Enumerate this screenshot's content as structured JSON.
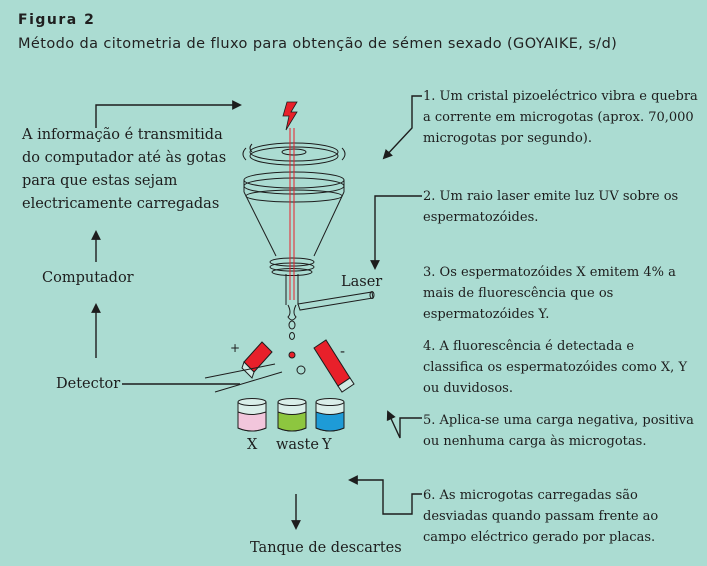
{
  "figure": {
    "label": "Figura 2",
    "caption": "Método da citometria de fluxo para obtenção de sémen sexado (GOYAIKE, s/d)"
  },
  "left": {
    "info_text": "A informação é transmitida do computador até às gotas para que estas sejam electricamente carregadas",
    "computer": "Computador",
    "detector": "Detector",
    "laser": "Laser"
  },
  "tubes": {
    "x": "X",
    "waste": "waste",
    "y": "Y"
  },
  "tank": "Tanque de descartes",
  "plates": {
    "plus": "+",
    "minus": "-"
  },
  "steps": [
    "1. Um cristal pizoeléctrico vibra e quebra a corrente em microgotas (aprox. 70,000 microgotas por segundo).",
    "2. Um raio laser emite luz UV sobre os espermatozóides.",
    "3. Os espermatozóides X emitem 4% a mais de fluorescência que os espermatozóides Y.",
    "4.  A fluorescência é detectada e classifica os espermatozóides como X, Y ou duvidosos.",
    "5. Aplica-se uma carga negativa, positiva ou nenhuma carga às microgotas.",
    "6. As microgotas carregadas são desviadas quando passam frente ao campo eléctrico gerado por placas."
  ],
  "colors": {
    "background": "#ABDCD2",
    "red": "#E8202A",
    "pink": "#F2C6DC",
    "green": "#8DC63F",
    "blue": "#1E9BD7",
    "line": "#1d1d1d"
  }
}
